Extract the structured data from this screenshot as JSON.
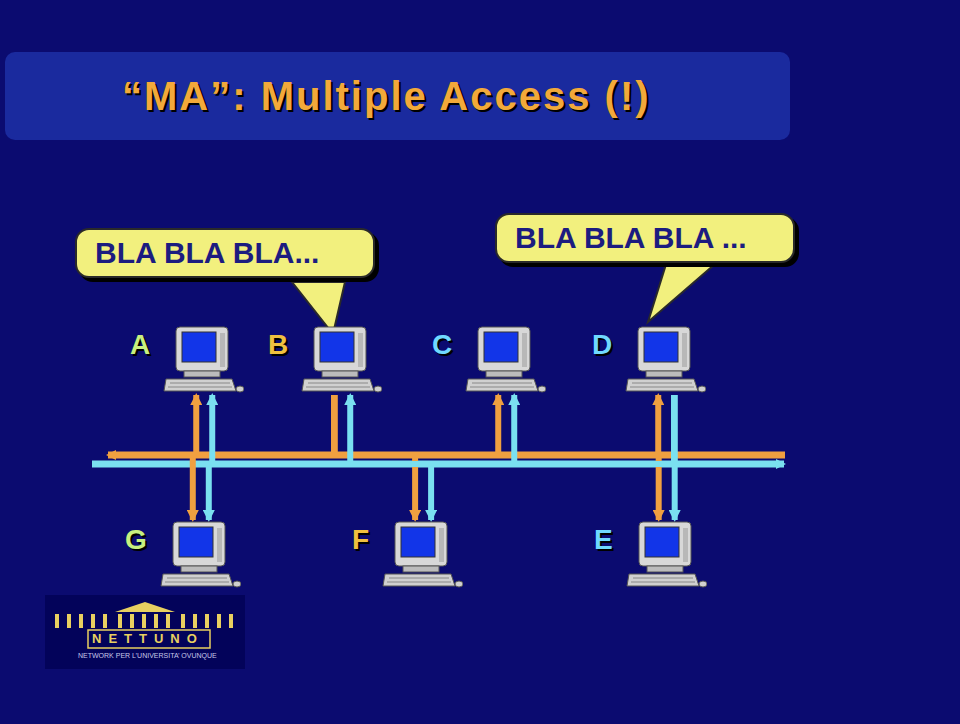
{
  "diagram": {
    "title": "“MA”: Multiple Access (!)",
    "nodes": [
      {
        "text": [
          "BLA BLA BLA..."
        ]
      },
      {
        "text": [
          "BLA BLA BLA ..."
        ]
      },
      {
        "text": [
          "A"
        ]
      },
      {
        "text": [
          "B"
        ]
      },
      {
        "text": [
          "C"
        ]
      },
      {
        "text": [
          "D"
        ]
      },
      {
        "text": [
          "G"
        ]
      },
      {
        "text": [
          "F"
        ]
      },
      {
        "text": [
          "E"
        ]
      }
    ],
    "edges": [
      {
        "from": 3,
        "to": 2,
        "arrow": "to"
      },
      {
        "from": 3,
        "to": 4,
        "arrow": "to"
      },
      {
        "from": 3,
        "to": 5,
        "arrow": "to"
      },
      {
        "from": 3,
        "to": 6,
        "arrow": "to"
      },
      {
        "from": 3,
        "to": 7,
        "arrow": "to"
      },
      {
        "from": 3,
        "to": 8,
        "arrow": "to"
      },
      {
        "from": 5,
        "to": 2,
        "arrow": "to"
      },
      {
        "from": 5,
        "to": 3,
        "arrow": "to"
      },
      {
        "from": 5,
        "to": 4,
        "arrow": "to"
      },
      {
        "from": 5,
        "to": 6,
        "arrow": "to"
      },
      {
        "from": 5,
        "to": 7,
        "arrow": "to"
      },
      {
        "from": 5,
        "to": 8,
        "arrow": "to"
      }
    ],
    "labels": [
      "NETTUNO",
      "NETWORK PER L’UNIVERSITA’ OVUNQUE"
    ]
  }
}
